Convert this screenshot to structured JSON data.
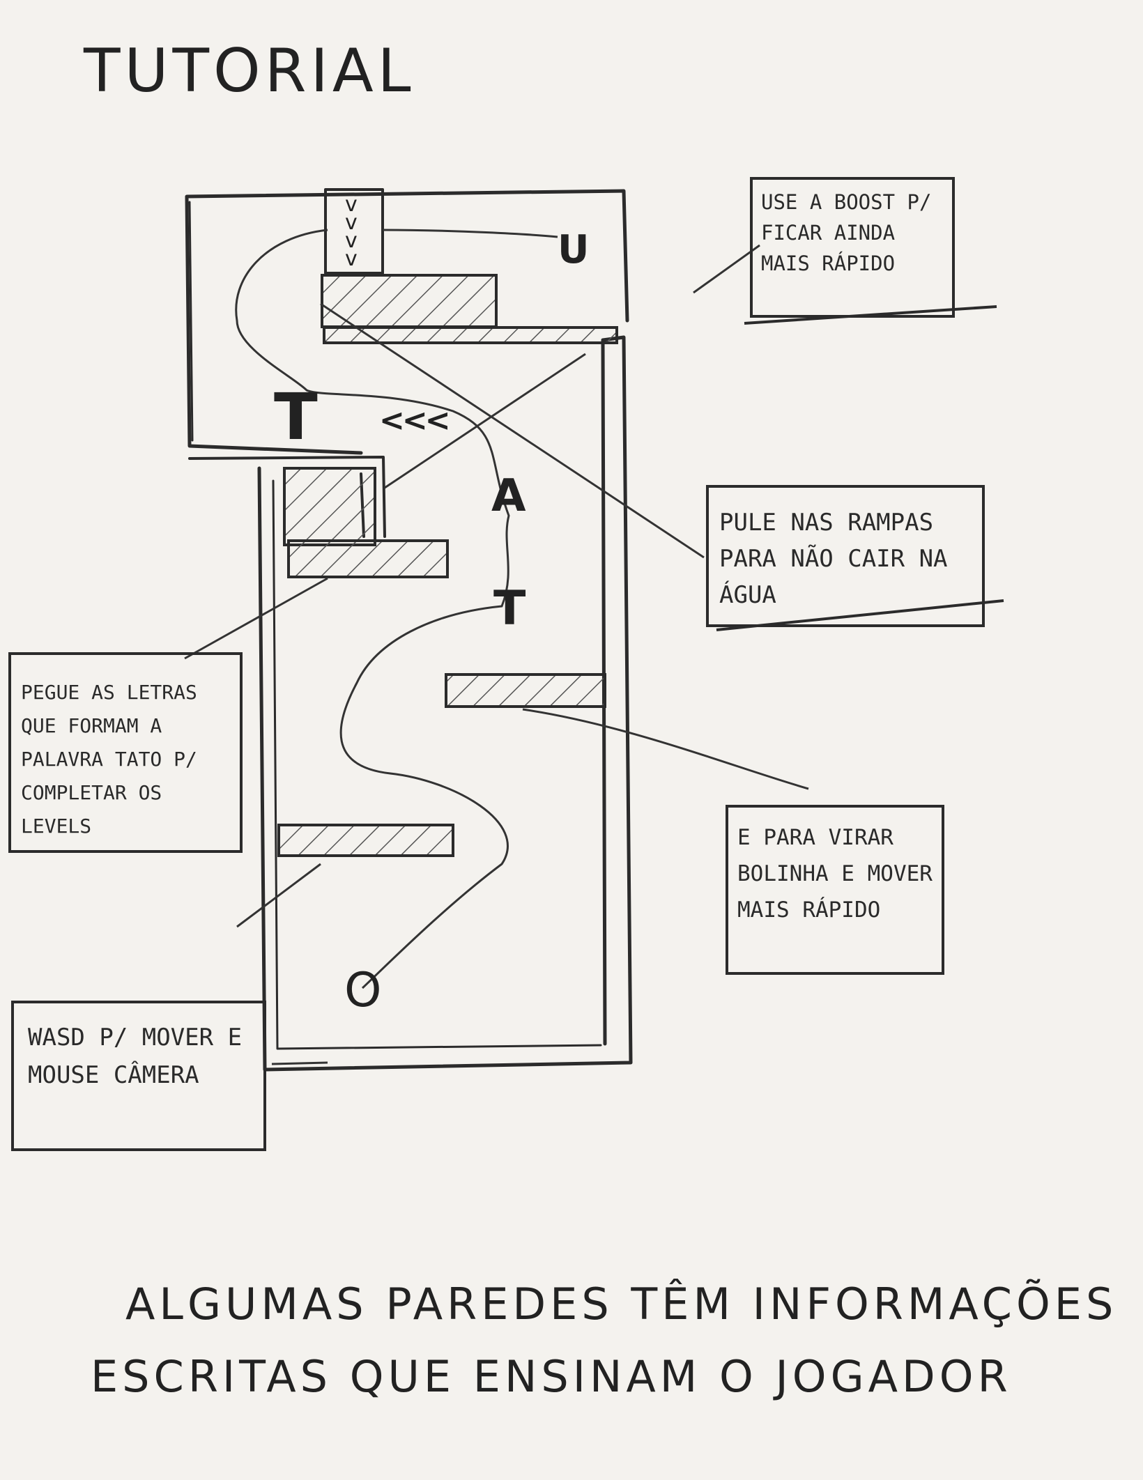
{
  "title": "TUTORIAL",
  "notes": {
    "boost": "USE A BOOST P/ FICAR AINDA MAIS RÁPIDO",
    "ramps": "PULE NAS RAMPAS PARA NÃO CAIR NA ÁGUA",
    "letters": "PEGUE AS LETRAS QUE FORMAM A PALAVRA TATO P/ COMPLETAR OS LEVELS",
    "ball": "E PARA VIRAR BOLINHA E MOVER MAIS RÁPIDO",
    "controls": "WASD P/ MOVER E MOUSE CÂMERA"
  },
  "map": {
    "letters": [
      "T",
      "A",
      "T"
    ],
    "arrows": "<<<",
    "chevrons": [
      "v",
      "v",
      "v",
      "v"
    ],
    "goal_glyph": "U",
    "start_glyph": "O"
  },
  "footer": {
    "line1": "ALGUMAS PAREDES TÊM INFORMAÇÕES",
    "line2": "ESCRITAS QUE ENSINAM O JOGADOR"
  }
}
